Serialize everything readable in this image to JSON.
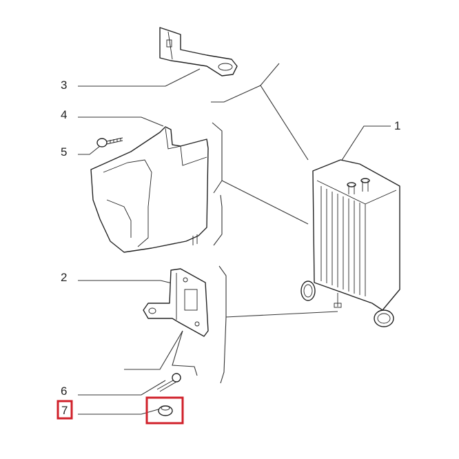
{
  "callouts": {
    "c1": "1",
    "c2": "2",
    "c3": "3",
    "c4": "4",
    "c5": "5",
    "c6": "6",
    "c7": "7"
  },
  "highlight": {
    "color": "#d0202a",
    "highlighted_parts": [
      "7"
    ]
  }
}
